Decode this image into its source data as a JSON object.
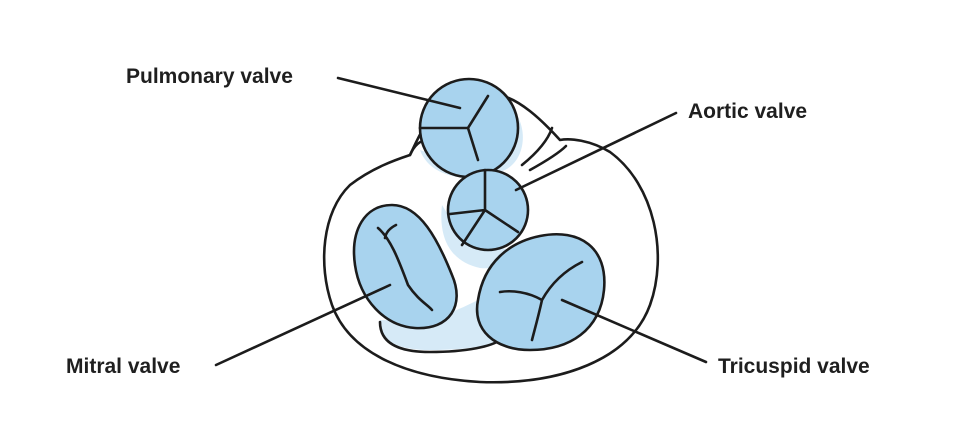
{
  "labels": {
    "pulmonary": "Pulmonary valve",
    "aortic": "Aortic valve",
    "mitral": "Mitral valve",
    "tricuspid": "Tricuspid valve"
  },
  "colors": {
    "valve_fill": "#a8d3ee",
    "shadow_fill": "#d6eaf7",
    "outline": "#1c1c1c",
    "label_text": "#1f1f1f",
    "background": "#ffffff"
  }
}
